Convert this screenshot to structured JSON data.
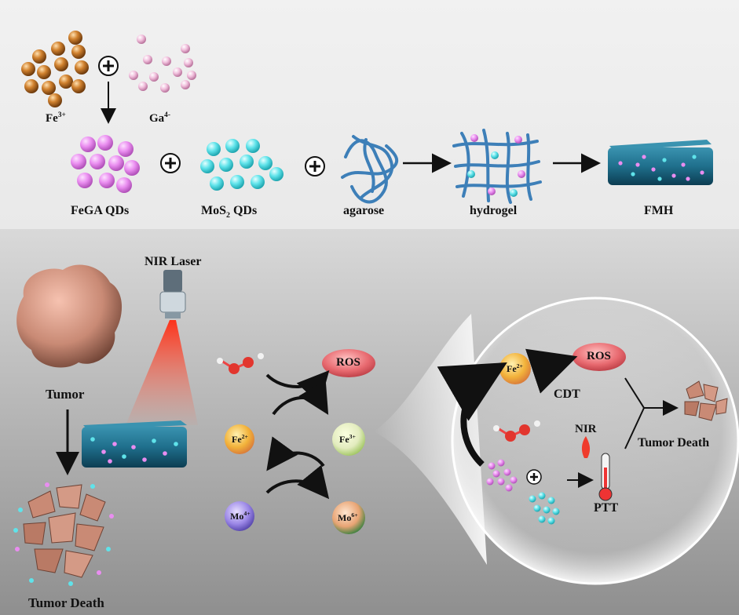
{
  "synthesis": {
    "fe_ion": "Fe",
    "fe_charge": "3+",
    "ga_ion": "Ga",
    "ga_charge": "4-",
    "fega_qds": "FeGA QDs",
    "mos2_prefix": "MoS",
    "mos2_sub": "2",
    "mos2_suffix": " QDs",
    "agarose": "agarose",
    "hydrogel": "hydrogel",
    "fmh": "FMH"
  },
  "therapy": {
    "nir_laser": "NIR Laser",
    "tumor": "Tumor",
    "tumor_death_left": "Tumor Death"
  },
  "cycle": {
    "ros": "ROS",
    "fe2": "Fe",
    "fe2_charge": "2+",
    "fe3": "Fe",
    "fe3_charge": "3+",
    "mo4": "Mo",
    "mo4_charge": "4+",
    "mo6": "Mo",
    "mo6_charge": "6+"
  },
  "mechanism": {
    "fe2": "Fe",
    "fe2_charge": "2+",
    "ros": "ROS",
    "cdt": "CDT",
    "nir": "NIR",
    "ptt": "PTT",
    "tumor_death": "Tumor Death"
  },
  "colors": {
    "fe_sphere": "#c8782c",
    "ga_sphere": "#efb7d8",
    "fega_sphere": "#ea8ef0",
    "mos2_sphere": "#5fe3ea",
    "hydrogel_block": "#1f6f8c",
    "ros_ellipse": "#e86a70",
    "laser_beam": "#f03020",
    "tumor": "#c98a75"
  },
  "icons": [
    "plus-icon",
    "arrow-icon",
    "laser-icon",
    "thermometer-icon",
    "water-molecule-icon"
  ]
}
